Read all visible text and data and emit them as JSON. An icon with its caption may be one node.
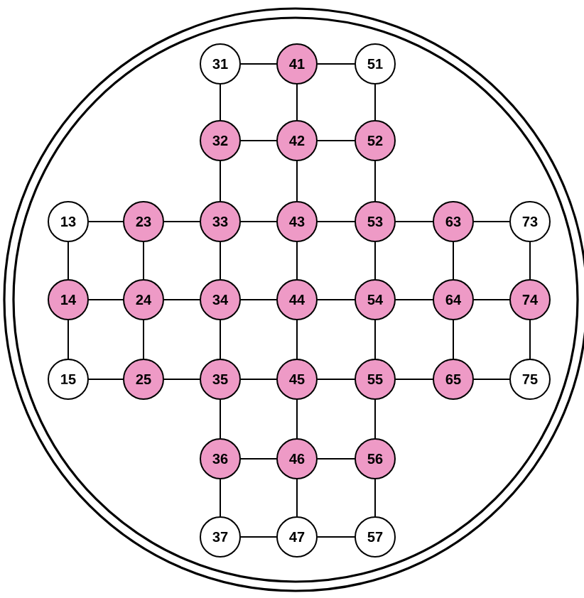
{
  "diagram": {
    "nodes": [
      {
        "text": [
          "31"
        ]
      },
      {
        "text": [
          "41"
        ]
      },
      {
        "text": [
          "51"
        ]
      },
      {
        "text": [
          "32"
        ]
      },
      {
        "text": [
          "42"
        ]
      },
      {
        "text": [
          "52"
        ]
      },
      {
        "text": [
          "13"
        ]
      },
      {
        "text": [
          "23"
        ]
      },
      {
        "text": [
          "33"
        ]
      },
      {
        "text": [
          "43"
        ]
      },
      {
        "text": [
          "53"
        ]
      },
      {
        "text": [
          "63"
        ]
      },
      {
        "text": [
          "73"
        ]
      },
      {
        "text": [
          "14"
        ]
      },
      {
        "text": [
          "24"
        ]
      },
      {
        "text": [
          "34"
        ]
      },
      {
        "text": [
          "44"
        ]
      },
      {
        "text": [
          "54"
        ]
      },
      {
        "text": [
          "64"
        ]
      },
      {
        "text": [
          "74"
        ]
      },
      {
        "text": [
          "15"
        ]
      },
      {
        "text": [
          "25"
        ]
      },
      {
        "text": [
          "35"
        ]
      },
      {
        "text": [
          "45"
        ]
      },
      {
        "text": [
          "55"
        ]
      },
      {
        "text": [
          "65"
        ]
      },
      {
        "text": [
          "75"
        ]
      },
      {
        "text": [
          "36"
        ]
      },
      {
        "text": [
          "46"
        ]
      },
      {
        "text": [
          "56"
        ]
      },
      {
        "text": [
          "37"
        ]
      },
      {
        "text": [
          "47"
        ]
      },
      {
        "text": [
          "57"
        ]
      }
    ],
    "edges": [
      {
        "from": 0,
        "to": 1,
        "arrow": "none"
      },
      {
        "from": 1,
        "to": 2,
        "arrow": "none"
      },
      {
        "from": 3,
        "to": 4,
        "arrow": "none"
      },
      {
        "from": 4,
        "to": 5,
        "arrow": "none"
      },
      {
        "from": 6,
        "to": 7,
        "arrow": "none"
      },
      {
        "from": 7,
        "to": 8,
        "arrow": "none"
      },
      {
        "from": 8,
        "to": 9,
        "arrow": "none"
      },
      {
        "from": 9,
        "to": 10,
        "arrow": "none"
      },
      {
        "from": 10,
        "to": 11,
        "arrow": "none"
      },
      {
        "from": 11,
        "to": 12,
        "arrow": "none"
      },
      {
        "from": 13,
        "to": 14,
        "arrow": "none"
      },
      {
        "from": 14,
        "to": 15,
        "arrow": "none"
      },
      {
        "from": 15,
        "to": 16,
        "arrow": "none"
      },
      {
        "from": 16,
        "to": 17,
        "arrow": "none"
      },
      {
        "from": 17,
        "to": 18,
        "arrow": "none"
      },
      {
        "from": 18,
        "to": 19,
        "arrow": "none"
      },
      {
        "from": 20,
        "to": 21,
        "arrow": "none"
      },
      {
        "from": 21,
        "to": 22,
        "arrow": "none"
      },
      {
        "from": 22,
        "to": 23,
        "arrow": "none"
      },
      {
        "from": 23,
        "to": 24,
        "arrow": "none"
      },
      {
        "from": 24,
        "to": 25,
        "arrow": "none"
      },
      {
        "from": 25,
        "to": 26,
        "arrow": "none"
      },
      {
        "from": 27,
        "to": 28,
        "arrow": "none"
      },
      {
        "from": 28,
        "to": 29,
        "arrow": "none"
      },
      {
        "from": 30,
        "to": 31,
        "arrow": "none"
      },
      {
        "from": 31,
        "to": 32,
        "arrow": "none"
      },
      {
        "from": 0,
        "to": 3,
        "arrow": "none"
      },
      {
        "from": 1,
        "to": 4,
        "arrow": "none"
      },
      {
        "from": 2,
        "to": 5,
        "arrow": "none"
      },
      {
        "from": 3,
        "to": 8,
        "arrow": "none"
      },
      {
        "from": 4,
        "to": 9,
        "arrow": "none"
      },
      {
        "from": 5,
        "to": 10,
        "arrow": "none"
      },
      {
        "from": 6,
        "to": 13,
        "arrow": "none"
      },
      {
        "from": 7,
        "to": 14,
        "arrow": "none"
      },
      {
        "from": 8,
        "to": 15,
        "arrow": "none"
      },
      {
        "from": 9,
        "to": 16,
        "arrow": "none"
      },
      {
        "from": 10,
        "to": 17,
        "arrow": "none"
      },
      {
        "from": 11,
        "to": 18,
        "arrow": "none"
      },
      {
        "from": 12,
        "to": 19,
        "arrow": "none"
      },
      {
        "from": 13,
        "to": 20,
        "arrow": "none"
      },
      {
        "from": 14,
        "to": 21,
        "arrow": "none"
      },
      {
        "from": 15,
        "to": 22,
        "arrow": "none"
      },
      {
        "from": 16,
        "to": 23,
        "arrow": "none"
      },
      {
        "from": 17,
        "to": 24,
        "arrow": "none"
      },
      {
        "from": 18,
        "to": 25,
        "arrow": "none"
      },
      {
        "from": 19,
        "to": 26,
        "arrow": "none"
      },
      {
        "from": 22,
        "to": 27,
        "arrow": "none"
      },
      {
        "from": 23,
        "to": 28,
        "arrow": "none"
      },
      {
        "from": 24,
        "to": 29,
        "arrow": "none"
      },
      {
        "from": 27,
        "to": 30,
        "arrow": "none"
      },
      {
        "from": 28,
        "to": 31,
        "arrow": "none"
      },
      {
        "from": 29,
        "to": 32,
        "arrow": "none"
      }
    ]
  }
}
